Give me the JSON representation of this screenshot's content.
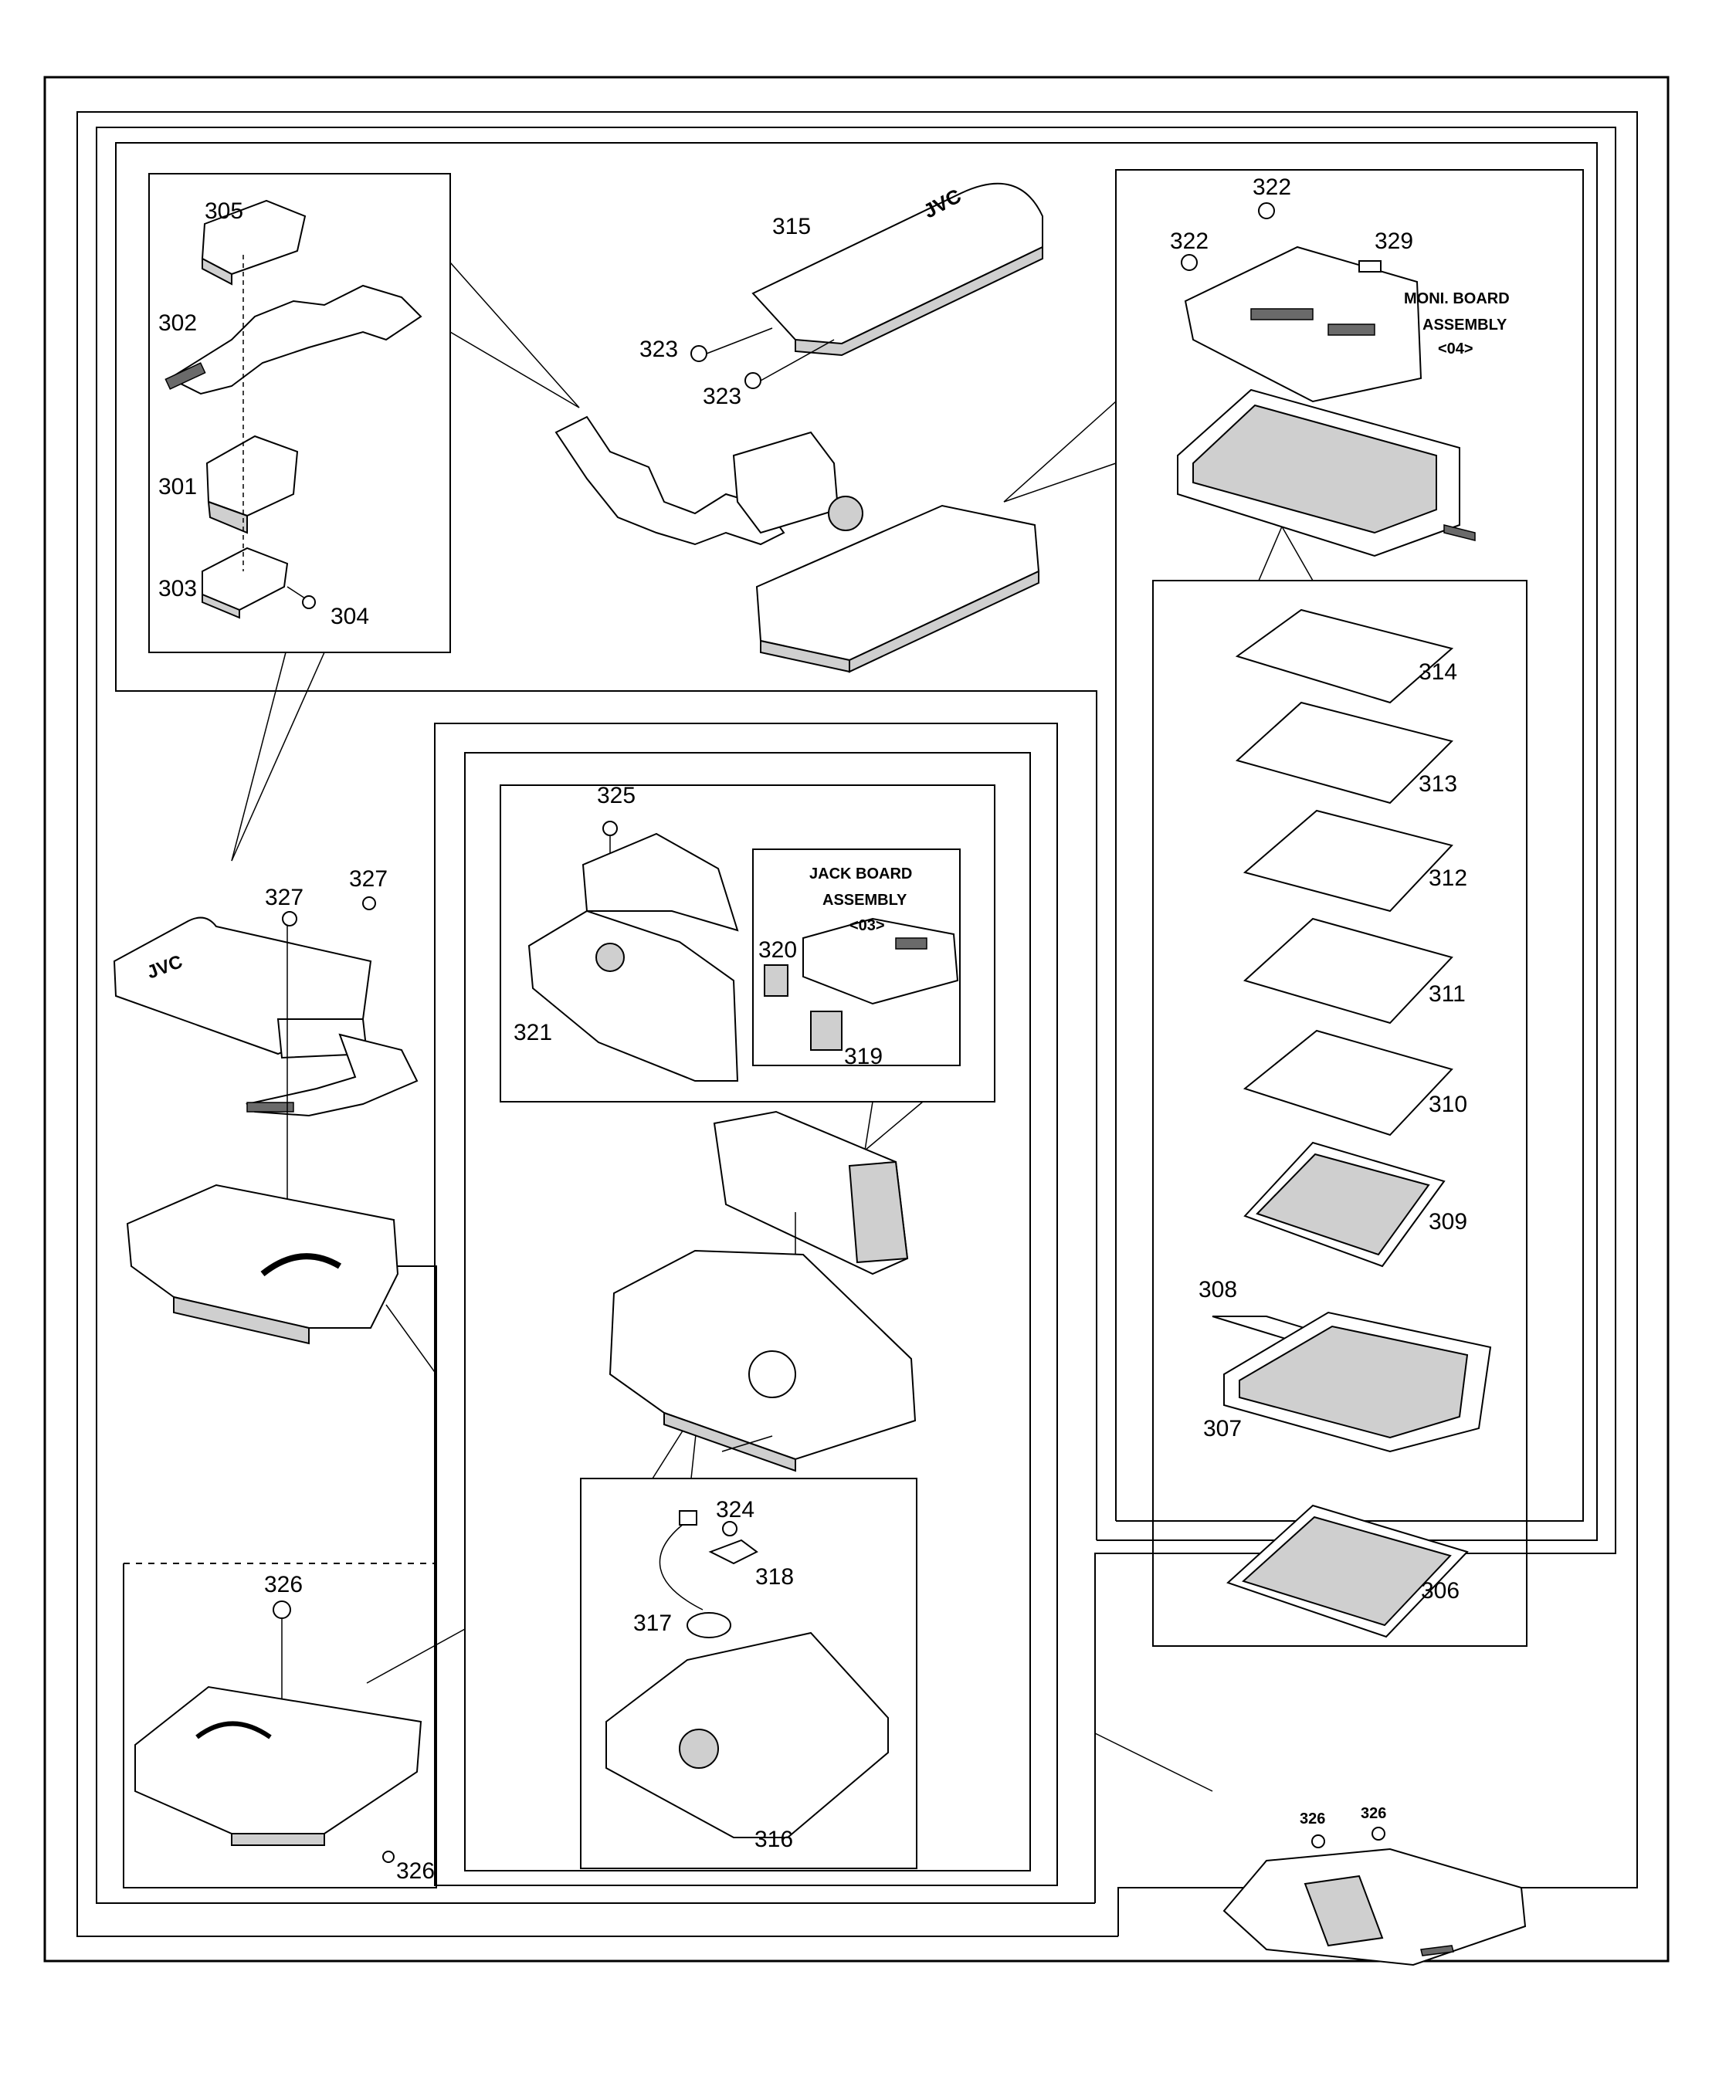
{
  "callouts": {
    "c301": "301",
    "c302": "302",
    "c303": "303",
    "c304": "304",
    "c305": "305",
    "c306": "306",
    "c307": "307",
    "c308": "308",
    "c309": "309",
    "c310": "310",
    "c311": "311",
    "c312": "312",
    "c313": "313",
    "c314": "314",
    "c315": "315",
    "c316": "316",
    "c317": "317",
    "c318": "318",
    "c319": "319",
    "c320": "320",
    "c321": "321",
    "c322a": "322",
    "c322b": "322",
    "c323a": "323",
    "c323b": "323",
    "c324": "324",
    "c325": "325",
    "c326a": "326",
    "c326b": "326",
    "c326c": "326",
    "c326d": "326",
    "c327a": "327",
    "c327b": "327",
    "c329": "329"
  },
  "assemblies": {
    "moni": {
      "line1": "MONI. BOARD",
      "line2": "ASSEMBLY",
      "code": "<04>"
    },
    "jack": {
      "line1": "JACK BOARD",
      "line2": "ASSEMBLY",
      "code": "<03>"
    }
  },
  "colors": {
    "ink": "#000000",
    "paper": "#ffffff",
    "shade": "#cfcfcf"
  }
}
